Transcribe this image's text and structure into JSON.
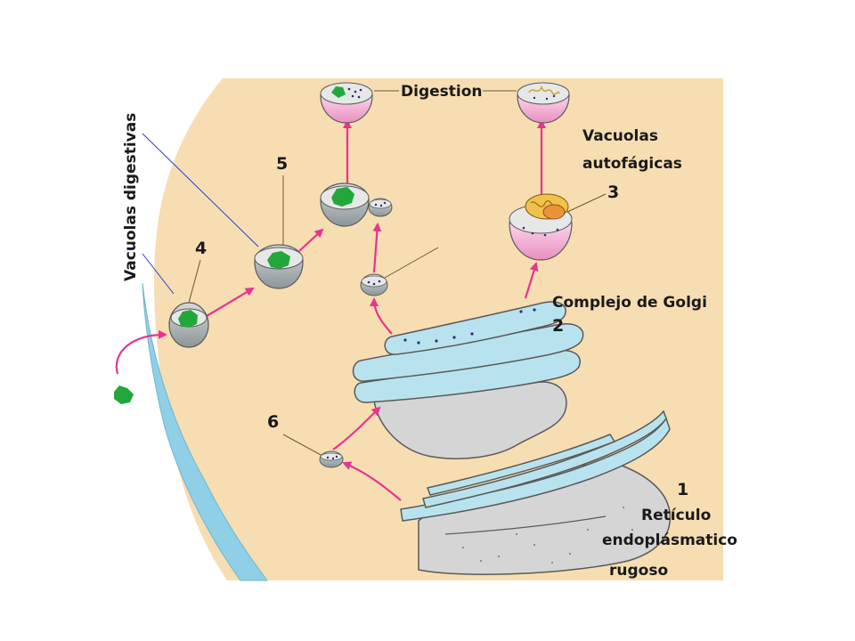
{
  "diagram": {
    "labels": {
      "digestion": "Digestion",
      "vacuolas_autofagicas_1": "Vacuolas",
      "vacuolas_autofagicas_2": "autofágicas",
      "vacuolas_digestivas": "Vacuolas digestivas",
      "num_1": "1",
      "num_2": "2",
      "num_3": "3",
      "num_4": "4",
      "num_5": "5",
      "num_6": "6",
      "golgi": "Complejo de Golgi",
      "reticulo_1": "Retículo",
      "reticulo_2": "endoplásmatico",
      "reticulo_3": "rugoso"
    },
    "colors": {
      "cytoplasm": "#f7ddb2",
      "membrane": "#8fd0e6",
      "organelle": "#b8e3ee",
      "organelle_edge": "#5a5a5a",
      "arrow": "#e8338f",
      "vesicle_top": "#e3e3e3",
      "vesicle_bottom": "#9aa3a6",
      "lysosome": "#f2b8d8",
      "particle": "#22a83a",
      "leader_line": "#2b3bd8"
    }
  }
}
